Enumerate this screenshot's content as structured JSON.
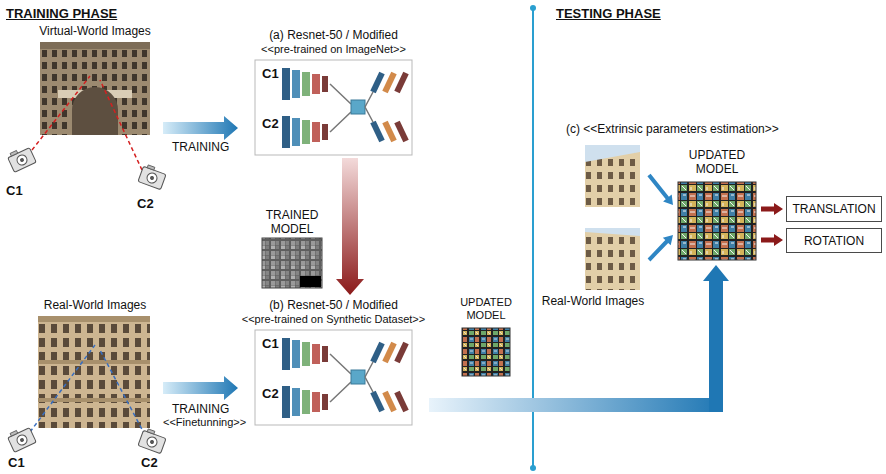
{
  "diagram": {
    "nodes": [
      {
        "text": [
          "Virtual-World Images"
        ]
      },
      {
        "text": [
          "(a) Resnet-50 / Modified",
          "<<pre-trained on ImageNet>>",
          "C1",
          "C2"
        ]
      },
      {
        "text": [
          "TRAINED MODEL"
        ]
      },
      {
        "text": [
          "Real-World Images"
        ]
      },
      {
        "text": [
          "(b) Resnet-50 / Modified",
          "<<pre-trained on Synthetic Dataset>>",
          "C1",
          "C2"
        ]
      },
      {
        "text": [
          "UPDATED MODEL"
        ]
      },
      {
        "text": [
          "Real-World Images"
        ]
      },
      {
        "text": [
          "UPDATED MODEL"
        ]
      },
      {
        "text": [
          "TRANSLATION"
        ]
      },
      {
        "text": [
          "ROTATION"
        ]
      }
    ],
    "edges": [
      {
        "from": 0,
        "to": 1,
        "arrow": "to",
        "label": "TRAINING"
      },
      {
        "from": 1,
        "to": 4,
        "arrow": "to"
      },
      {
        "from": 3,
        "to": 4,
        "arrow": "to",
        "label": "TRAINING"
      },
      {
        "from": 4,
        "to": 7,
        "arrow": "to"
      },
      {
        "from": 6,
        "to": 7,
        "arrow": "to"
      },
      {
        "from": 6,
        "to": 7,
        "arrow": "to"
      },
      {
        "from": 7,
        "to": 8,
        "arrow": "to"
      },
      {
        "from": 7,
        "to": 9,
        "arrow": "to"
      }
    ],
    "labels": [
      "TRAINING PHASE",
      "TESTING PHASE",
      "C1",
      "C2",
      "C1",
      "C2",
      "<<Finetunning>>",
      "(c) <<Extrinsic parameters estimation>>"
    ]
  }
}
